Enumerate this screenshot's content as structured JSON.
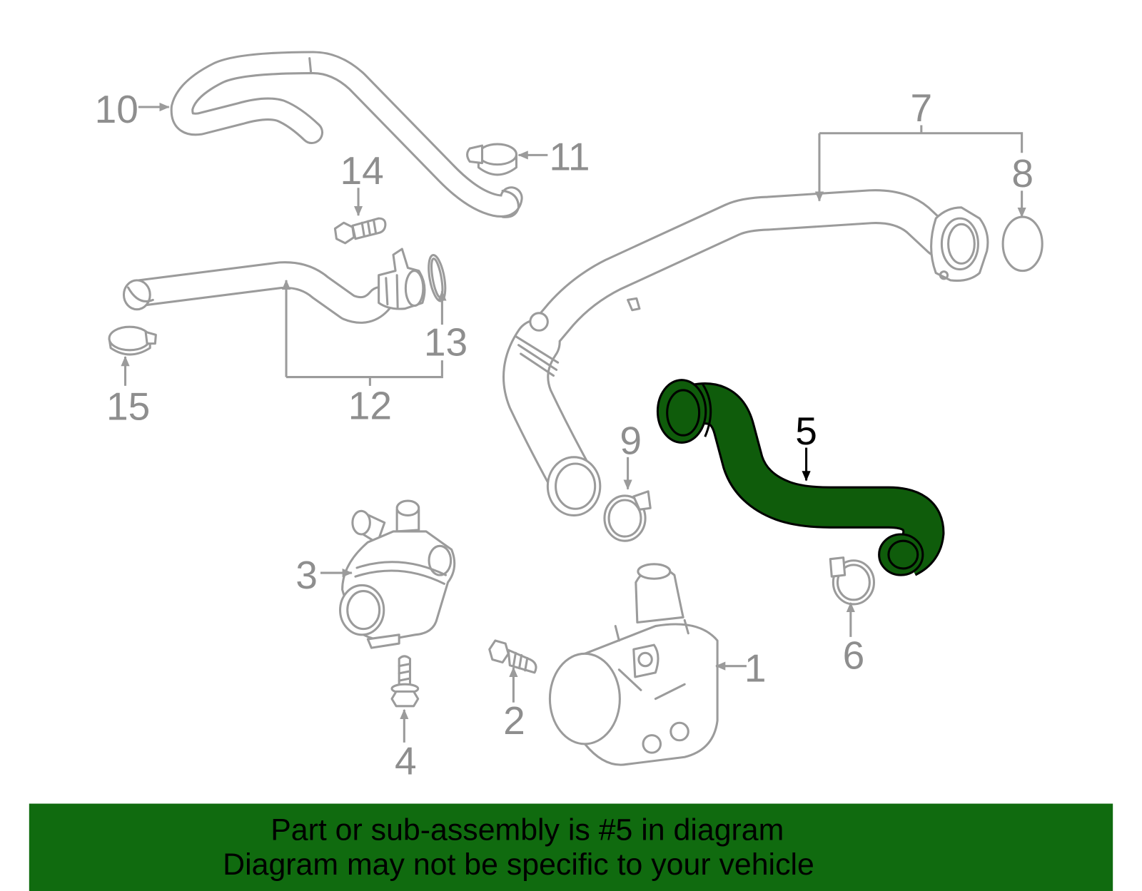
{
  "diagram": {
    "callouts": [
      {
        "label": "1",
        "highlighted": false
      },
      {
        "label": "2",
        "highlighted": false
      },
      {
        "label": "3",
        "highlighted": false
      },
      {
        "label": "4",
        "highlighted": false
      },
      {
        "label": "5",
        "highlighted": true
      },
      {
        "label": "6",
        "highlighted": false
      },
      {
        "label": "7",
        "highlighted": false
      },
      {
        "label": "8",
        "highlighted": false
      },
      {
        "label": "9",
        "highlighted": false
      },
      {
        "label": "10",
        "highlighted": false
      },
      {
        "label": "11",
        "highlighted": false
      },
      {
        "label": "12",
        "highlighted": false
      },
      {
        "label": "13",
        "highlighted": false
      },
      {
        "label": "14",
        "highlighted": false
      },
      {
        "label": "15",
        "highlighted": false
      }
    ]
  },
  "banner": {
    "line1": "Part or sub-assembly is #5 in diagram",
    "line2": "Diagram may not be specific to your vehicle"
  },
  "colors": {
    "line_art": "#9b9b9b",
    "callout_text": "#8e8e8e",
    "highlight_fill": "#0f5c0b",
    "highlight_outline": "#000000",
    "banner_background": "#106b0f",
    "banner_text": "#000000",
    "background": "#ffffff"
  }
}
